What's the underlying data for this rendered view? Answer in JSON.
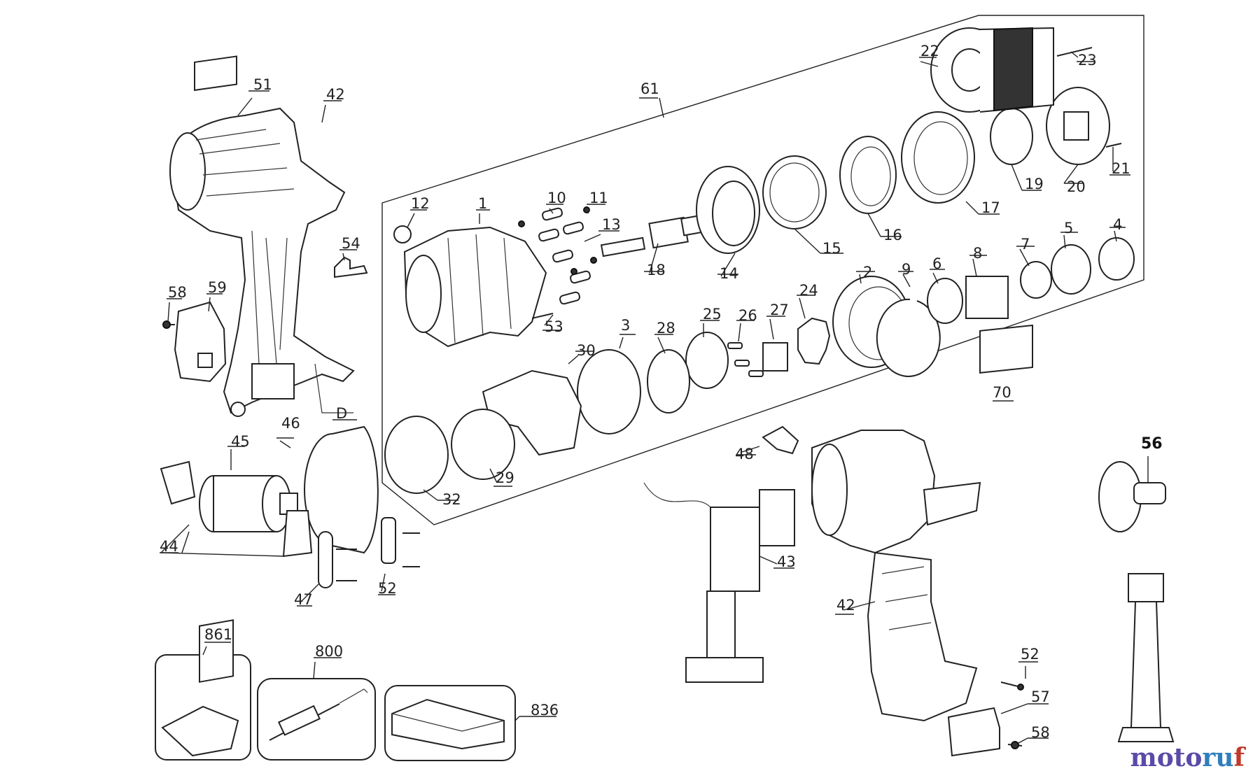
{
  "diagram": {
    "part_labels": [
      {
        "id": "51",
        "text": "51"
      },
      {
        "id": "42a",
        "text": "42"
      },
      {
        "id": "54",
        "text": "54"
      },
      {
        "id": "58a",
        "text": "58"
      },
      {
        "id": "59",
        "text": "59"
      },
      {
        "id": "D",
        "text": "D"
      },
      {
        "id": "61",
        "text": "61"
      },
      {
        "id": "22",
        "text": "22"
      },
      {
        "id": "23",
        "text": "23"
      },
      {
        "id": "12",
        "text": "12"
      },
      {
        "id": "1",
        "text": "1"
      },
      {
        "id": "10",
        "text": "10"
      },
      {
        "id": "11",
        "text": "11"
      },
      {
        "id": "13",
        "text": "13"
      },
      {
        "id": "18",
        "text": "18"
      },
      {
        "id": "14",
        "text": "14"
      },
      {
        "id": "15",
        "text": "15"
      },
      {
        "id": "16",
        "text": "16"
      },
      {
        "id": "17",
        "text": "17"
      },
      {
        "id": "19",
        "text": "19"
      },
      {
        "id": "20",
        "text": "20"
      },
      {
        "id": "21",
        "text": "21"
      },
      {
        "id": "53",
        "text": "53"
      },
      {
        "id": "3",
        "text": "3"
      },
      {
        "id": "28",
        "text": "28"
      },
      {
        "id": "25",
        "text": "25"
      },
      {
        "id": "26",
        "text": "26"
      },
      {
        "id": "27",
        "text": "27"
      },
      {
        "id": "24",
        "text": "24"
      },
      {
        "id": "2",
        "text": "2"
      },
      {
        "id": "9",
        "text": "9"
      },
      {
        "id": "6",
        "text": "6"
      },
      {
        "id": "8",
        "text": "8"
      },
      {
        "id": "7",
        "text": "7"
      },
      {
        "id": "5",
        "text": "5"
      },
      {
        "id": "4",
        "text": "4"
      },
      {
        "id": "30",
        "text": "30"
      },
      {
        "id": "29",
        "text": "29"
      },
      {
        "id": "32",
        "text": "32"
      },
      {
        "id": "46",
        "text": "46"
      },
      {
        "id": "45",
        "text": "45"
      },
      {
        "id": "44",
        "text": "44"
      },
      {
        "id": "47",
        "text": "47"
      },
      {
        "id": "52a",
        "text": "52"
      },
      {
        "id": "70",
        "text": "70"
      },
      {
        "id": "48",
        "text": "48"
      },
      {
        "id": "43",
        "text": "43"
      },
      {
        "id": "42b",
        "text": "42"
      },
      {
        "id": "52b",
        "text": "52"
      },
      {
        "id": "57",
        "text": "57"
      },
      {
        "id": "58b",
        "text": "58"
      },
      {
        "id": "56",
        "text": "56"
      },
      {
        "id": "861",
        "text": "861"
      },
      {
        "id": "800",
        "text": "800"
      },
      {
        "id": "836",
        "text": "836"
      }
    ]
  },
  "logo": {
    "part1": "moto",
    "part2": "ru",
    "part3": "f"
  }
}
